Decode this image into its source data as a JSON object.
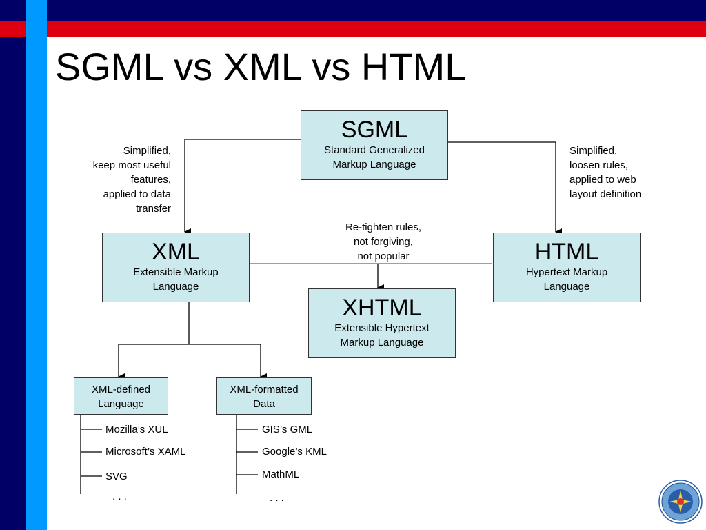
{
  "slide": {
    "title": "SGML vs XML vs HTML",
    "colors": {
      "navy": "#000066",
      "blue": "#0099ff",
      "red": "#dd0011",
      "box_fill": "#cce9ee"
    }
  },
  "nodes": {
    "sgml": {
      "name": "SGML",
      "full": [
        "Standard Generalized",
        "Markup Language"
      ]
    },
    "xml": {
      "name": "XML",
      "full": [
        "Extensible Markup",
        "Language"
      ]
    },
    "html": {
      "name": "HTML",
      "full": [
        "Hypertext Markup",
        "Language"
      ]
    },
    "xhtml": {
      "name": "XHTML",
      "full": [
        "Extensible Hypertext",
        "Markup Language"
      ]
    },
    "xml_defined": {
      "lines": [
        "XML-defined",
        "Language"
      ]
    },
    "xml_formatted": {
      "lines": [
        "XML-formatted",
        "Data"
      ]
    }
  },
  "notes": {
    "to_xml": [
      "Simplified,",
      "keep most useful",
      "features,",
      "applied to data",
      "transfer"
    ],
    "to_html": [
      "Simplified,",
      "loosen rules,",
      "applied to web",
      "layout definition"
    ],
    "to_xhtml": [
      "Re-tighten rules,",
      "not forgiving,",
      "not popular"
    ]
  },
  "lists": {
    "xml_defined_items": [
      "Mozilla’s XUL",
      "Microsoft’s XAML",
      "SVG",
      ". . ."
    ],
    "xml_formatted_items": [
      "GIS’s GML",
      "Google’s KML",
      "MathML",
      ". . ."
    ]
  },
  "logo": {
    "icon": "university-seal-icon"
  }
}
